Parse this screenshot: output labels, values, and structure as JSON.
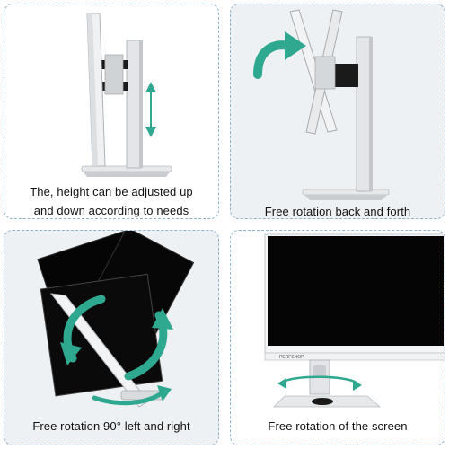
{
  "panels": [
    {
      "id": "height-adjust",
      "caption_lines": [
        "The, height can be adjusted up",
        "and down according to needs"
      ],
      "icon": "up-down-arrow-icon"
    },
    {
      "id": "tilt",
      "caption_lines": [
        "Free rotation back and forth"
      ],
      "icon": "curved-arrow-icon"
    },
    {
      "id": "pivot",
      "caption_lines": [
        "Free rotation 90° left and right"
      ],
      "icon": "rotate-arrows-icon"
    },
    {
      "id": "swivel",
      "caption_lines": [
        "Free rotation of the screen"
      ],
      "icon": "swivel-arrow-icon",
      "brand": "PERFSHOP"
    }
  ],
  "colors": {
    "arrow": "#2fa890",
    "border": "#8fb3c9",
    "screen": "#050505",
    "stand": "#d9dcdf"
  }
}
